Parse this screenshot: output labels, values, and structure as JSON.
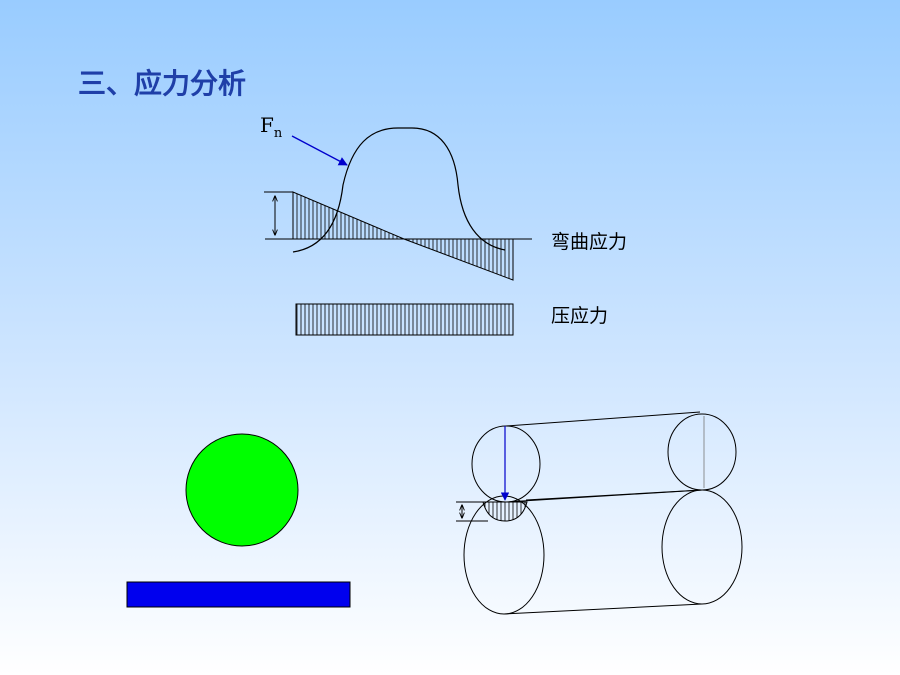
{
  "slide": {
    "title": "三、应力分析",
    "force_label": "F",
    "force_subscript": "n",
    "bending_stress_label": "弯曲应力",
    "compressive_stress_label": "压应力"
  },
  "colors": {
    "title": "#1f3fa8",
    "arrow": "#0000cc",
    "circle": "#00ff00",
    "bar": "#0000ee",
    "line": "#000000"
  }
}
